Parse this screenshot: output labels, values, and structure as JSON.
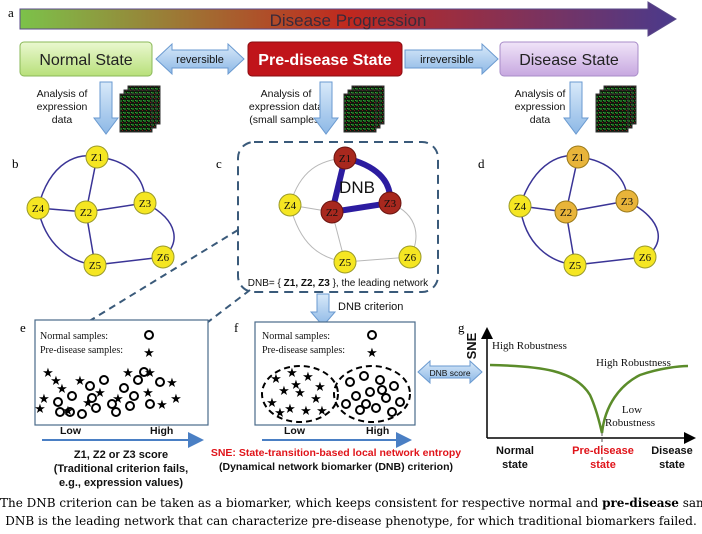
{
  "panel_labels": {
    "a": "a",
    "b": "b",
    "c": "c",
    "d": "d",
    "e": "e",
    "f": "f",
    "g": "g"
  },
  "progression": {
    "label": "Disease Progression"
  },
  "states": {
    "normal": "Normal State",
    "predisease": "Pre-disease State",
    "disease": "Disease State",
    "reversible": "reversible",
    "irreversible": "irreversible"
  },
  "analysis": {
    "left": [
      "Analysis of",
      "expression",
      "data"
    ],
    "middle": [
      "Analysis of",
      "expression data",
      "(small samples)"
    ],
    "right": [
      "Analysis of",
      "expression",
      "data"
    ]
  },
  "networks": {
    "z1": "Z1",
    "z2": "Z2",
    "z3": "Z3",
    "z4": "Z4",
    "z5": "Z5",
    "z6": "Z6",
    "dnb_label": "DNB",
    "dnb_def_prefix": "DNB= {",
    "dnb_def_members": "Z1, Z2, Z3",
    "dnb_def_suffix": "}, the leading network",
    "dnb_criterion": "DNB criterion"
  },
  "panel_e": {
    "normal_legend": "Normal samples:",
    "pre_legend": "Pre-disease samples:",
    "low": "Low",
    "high": "High",
    "axis_title": "Z1, Z2 or Z3 score",
    "note1": "(Traditional criterion fails,",
    "note2": "e.g., expression values)"
  },
  "panel_f": {
    "normal_legend": "Normal samples:",
    "pre_legend": "Pre-disease samples:",
    "low": "Low",
    "high": "High",
    "sne_title": "SNE: State-transition-based local network entropy",
    "dnb_crit": "(Dynamical network biomarker (DNB) criterion)",
    "dnb_score": "DNB score"
  },
  "panel_g": {
    "ylabel": "SNE",
    "high_left": "High Robustness",
    "high_right": "High Robustness",
    "low1": "Low",
    "low2": "Robustness",
    "x_normal": [
      "Normal",
      "state"
    ],
    "x_pre": [
      "Pre-disease",
      "state"
    ],
    "x_disease": [
      "Disease",
      "state"
    ],
    "curve_color": "#5b8c2a"
  },
  "caption": {
    "line1_a": "The DNB criterion can be taken as a biomarker, which keeps consistent for respective normal and ",
    "line1_bold": "pre-disease",
    "line1_b": " samples.",
    "line2": "DNB is the leading network that can characterize pre-disease phenotype, for which traditional biomarkers failed."
  },
  "colors": {
    "normal_box": "#d6f0a8",
    "pre_box": "#c0141a",
    "disease_box": "#d9c4ec",
    "node_yellow": "#f5e622",
    "node_orange": "#e8b43a",
    "node_red": "#a8281e",
    "edge": "#3a3496",
    "dnb_edge": "#2c1ca0",
    "arrow_blue": "#9cc4ea"
  }
}
